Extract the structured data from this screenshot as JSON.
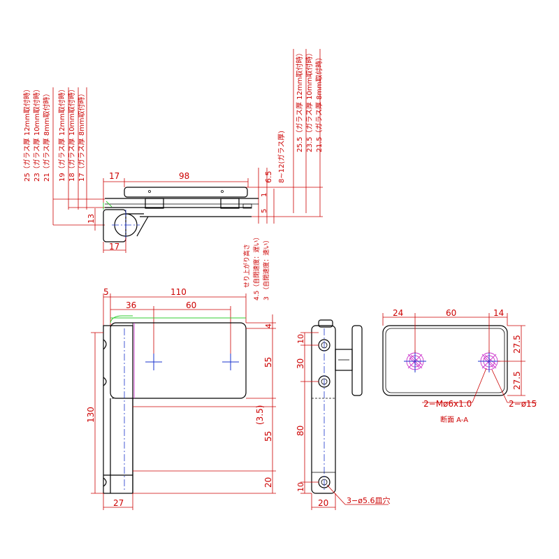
{
  "top_view": {
    "vertical_notes_left": [
      "25（ガラス厚 12mm取付時）",
      "23（ガラス厚 10mm取付時）",
      "21（ガラス厚 8mm取付時）",
      "19（ガラス厚 12mm取付時）",
      "18（ガラス厚 10mm取付時）",
      "17（ガラス厚 8mm取付時）"
    ],
    "vertical_notes_right": [
      "25.5（ガラス厚 12mm取付時）",
      "23.5（ガラス厚 10mm取付時）",
      "21.5（ガラス厚 8mm取付時）"
    ],
    "glass_range": "8~12(ガラス厚)",
    "dim_17_top": "17",
    "dim_98": "98",
    "dim_6_5": "6.5",
    "dim_1": "1",
    "dim_5": "5",
    "dim_13": "13",
    "dim_17_bottom": "17"
  },
  "front_view": {
    "rise_notes": [
      "せり上がり高さ",
      "4.5（自閉速度：遅い）",
      "3　（自閉速度：速い）"
    ],
    "dim_5": "5",
    "dim_110": "110",
    "dim_36": "36",
    "dim_60": "60",
    "dim_4": "4",
    "dim_55_a": "55",
    "dim_3_5": "(3.5)",
    "dim_55_b": "55",
    "dim_20": "20",
    "dim_130": "130",
    "dim_27": "27"
  },
  "side_view": {
    "dim_10_top": "10",
    "dim_30": "30",
    "dim_80": "80",
    "dim_10_bottom": "10",
    "dim_20": "20",
    "hole_callout": "3−ø5.6皿穴"
  },
  "section_view": {
    "dim_24": "24",
    "dim_60": "60",
    "dim_14": "14",
    "dim_27_5_a": "27.5",
    "dim_27_5_b": "27.5",
    "thread_callout": "2−Mø6x1.0",
    "bore_callout": "2−ø15",
    "section_label": "断面 A-A"
  },
  "colors": {
    "dimension": "#cc0000",
    "outline": "#000000",
    "centerline": "#1a33cc",
    "highlight": "#cc33cc",
    "glass_edge": "#33cc33"
  }
}
